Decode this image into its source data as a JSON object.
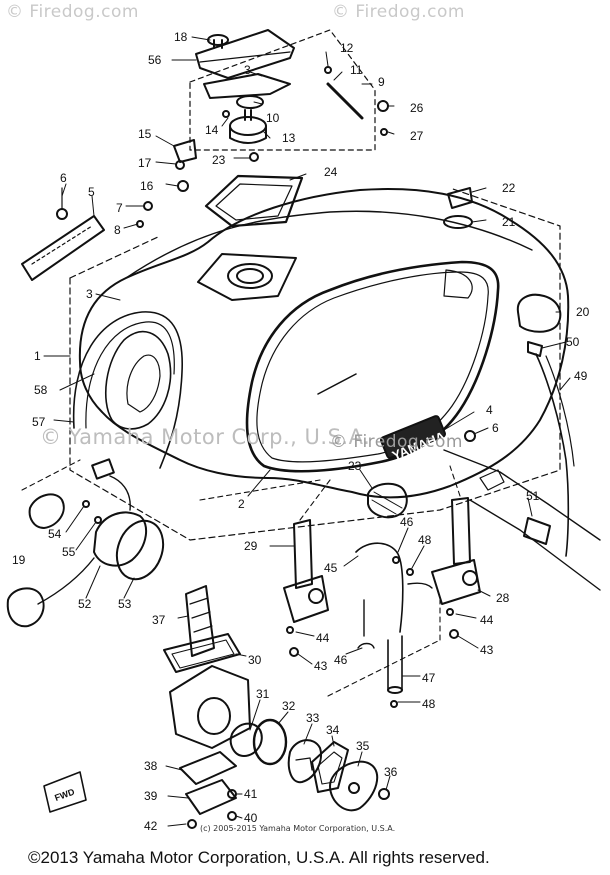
{
  "watermarks": {
    "top_left": "© Firedog.com",
    "top_right": "© Firedog.com",
    "center": "© Yamaha Motor Corp., U.S.A.",
    "mid": "© Firedog.com"
  },
  "diagram": {
    "nodes": [
      {
        "id": "n18",
        "label": "18"
      },
      {
        "id": "n56",
        "label": "56"
      },
      {
        "id": "n12",
        "label": "12"
      },
      {
        "id": "n11",
        "label": "11"
      },
      {
        "id": "n9",
        "label": "9"
      },
      {
        "id": "n3a",
        "label": "3"
      },
      {
        "id": "n10",
        "label": "10"
      },
      {
        "id": "n26",
        "label": "26"
      },
      {
        "id": "n14",
        "label": "14"
      },
      {
        "id": "n13",
        "label": "13"
      },
      {
        "id": "n27",
        "label": "27"
      },
      {
        "id": "n15",
        "label": "15"
      },
      {
        "id": "n17",
        "label": "17"
      },
      {
        "id": "n23a",
        "label": "23"
      },
      {
        "id": "n24",
        "label": "24"
      },
      {
        "id": "n6a",
        "label": "6"
      },
      {
        "id": "n5",
        "label": "5"
      },
      {
        "id": "n16",
        "label": "16"
      },
      {
        "id": "n22",
        "label": "22"
      },
      {
        "id": "n7",
        "label": "7"
      },
      {
        "id": "n8",
        "label": "8"
      },
      {
        "id": "n21",
        "label": "21"
      },
      {
        "id": "n3b",
        "label": "3"
      },
      {
        "id": "n20",
        "label": "20"
      },
      {
        "id": "n50",
        "label": "50"
      },
      {
        "id": "n1",
        "label": "1"
      },
      {
        "id": "n49",
        "label": "49"
      },
      {
        "id": "n58",
        "label": "58"
      },
      {
        "id": "n4",
        "label": "4"
      },
      {
        "id": "n57",
        "label": "57"
      },
      {
        "id": "n6b",
        "label": "6"
      },
      {
        "id": "n23b",
        "label": "23"
      },
      {
        "id": "n2",
        "label": "2"
      },
      {
        "id": "n54",
        "label": "54"
      },
      {
        "id": "n51",
        "label": "51"
      },
      {
        "id": "n19",
        "label": "19"
      },
      {
        "id": "n55",
        "label": "55"
      },
      {
        "id": "n46a",
        "label": "46"
      },
      {
        "id": "n29",
        "label": "29"
      },
      {
        "id": "n48a",
        "label": "48"
      },
      {
        "id": "n45",
        "label": "45"
      },
      {
        "id": "n52",
        "label": "52"
      },
      {
        "id": "n53",
        "label": "53"
      },
      {
        "id": "n28",
        "label": "28"
      },
      {
        "id": "n37",
        "label": "37"
      },
      {
        "id": "n44a",
        "label": "44"
      },
      {
        "id": "n44b",
        "label": "44"
      },
      {
        "id": "n43a",
        "label": "43"
      },
      {
        "id": "n30",
        "label": "30"
      },
      {
        "id": "n43b",
        "label": "43"
      },
      {
        "id": "n46b",
        "label": "46"
      },
      {
        "id": "n47",
        "label": "47"
      },
      {
        "id": "n31",
        "label": "31"
      },
      {
        "id": "n32",
        "label": "32"
      },
      {
        "id": "n48b",
        "label": "48"
      },
      {
        "id": "n33",
        "label": "33"
      },
      {
        "id": "n34",
        "label": "34"
      },
      {
        "id": "n35",
        "label": "35"
      },
      {
        "id": "n38",
        "label": "38"
      },
      {
        "id": "n36",
        "label": "36"
      },
      {
        "id": "n39",
        "label": "39"
      },
      {
        "id": "n41",
        "label": "41"
      },
      {
        "id": "n42",
        "label": "42"
      },
      {
        "id": "n40",
        "label": "40"
      }
    ]
  },
  "fwd_badge": "FWD",
  "tank_logo": "YAMAHA",
  "copyright_small": "(c) 2005-2015 Yamaha Motor Corporation, U.S.A.",
  "copyright_footer": "©2013 Yamaha Motor Corporation, U.S.A. All rights reserved."
}
